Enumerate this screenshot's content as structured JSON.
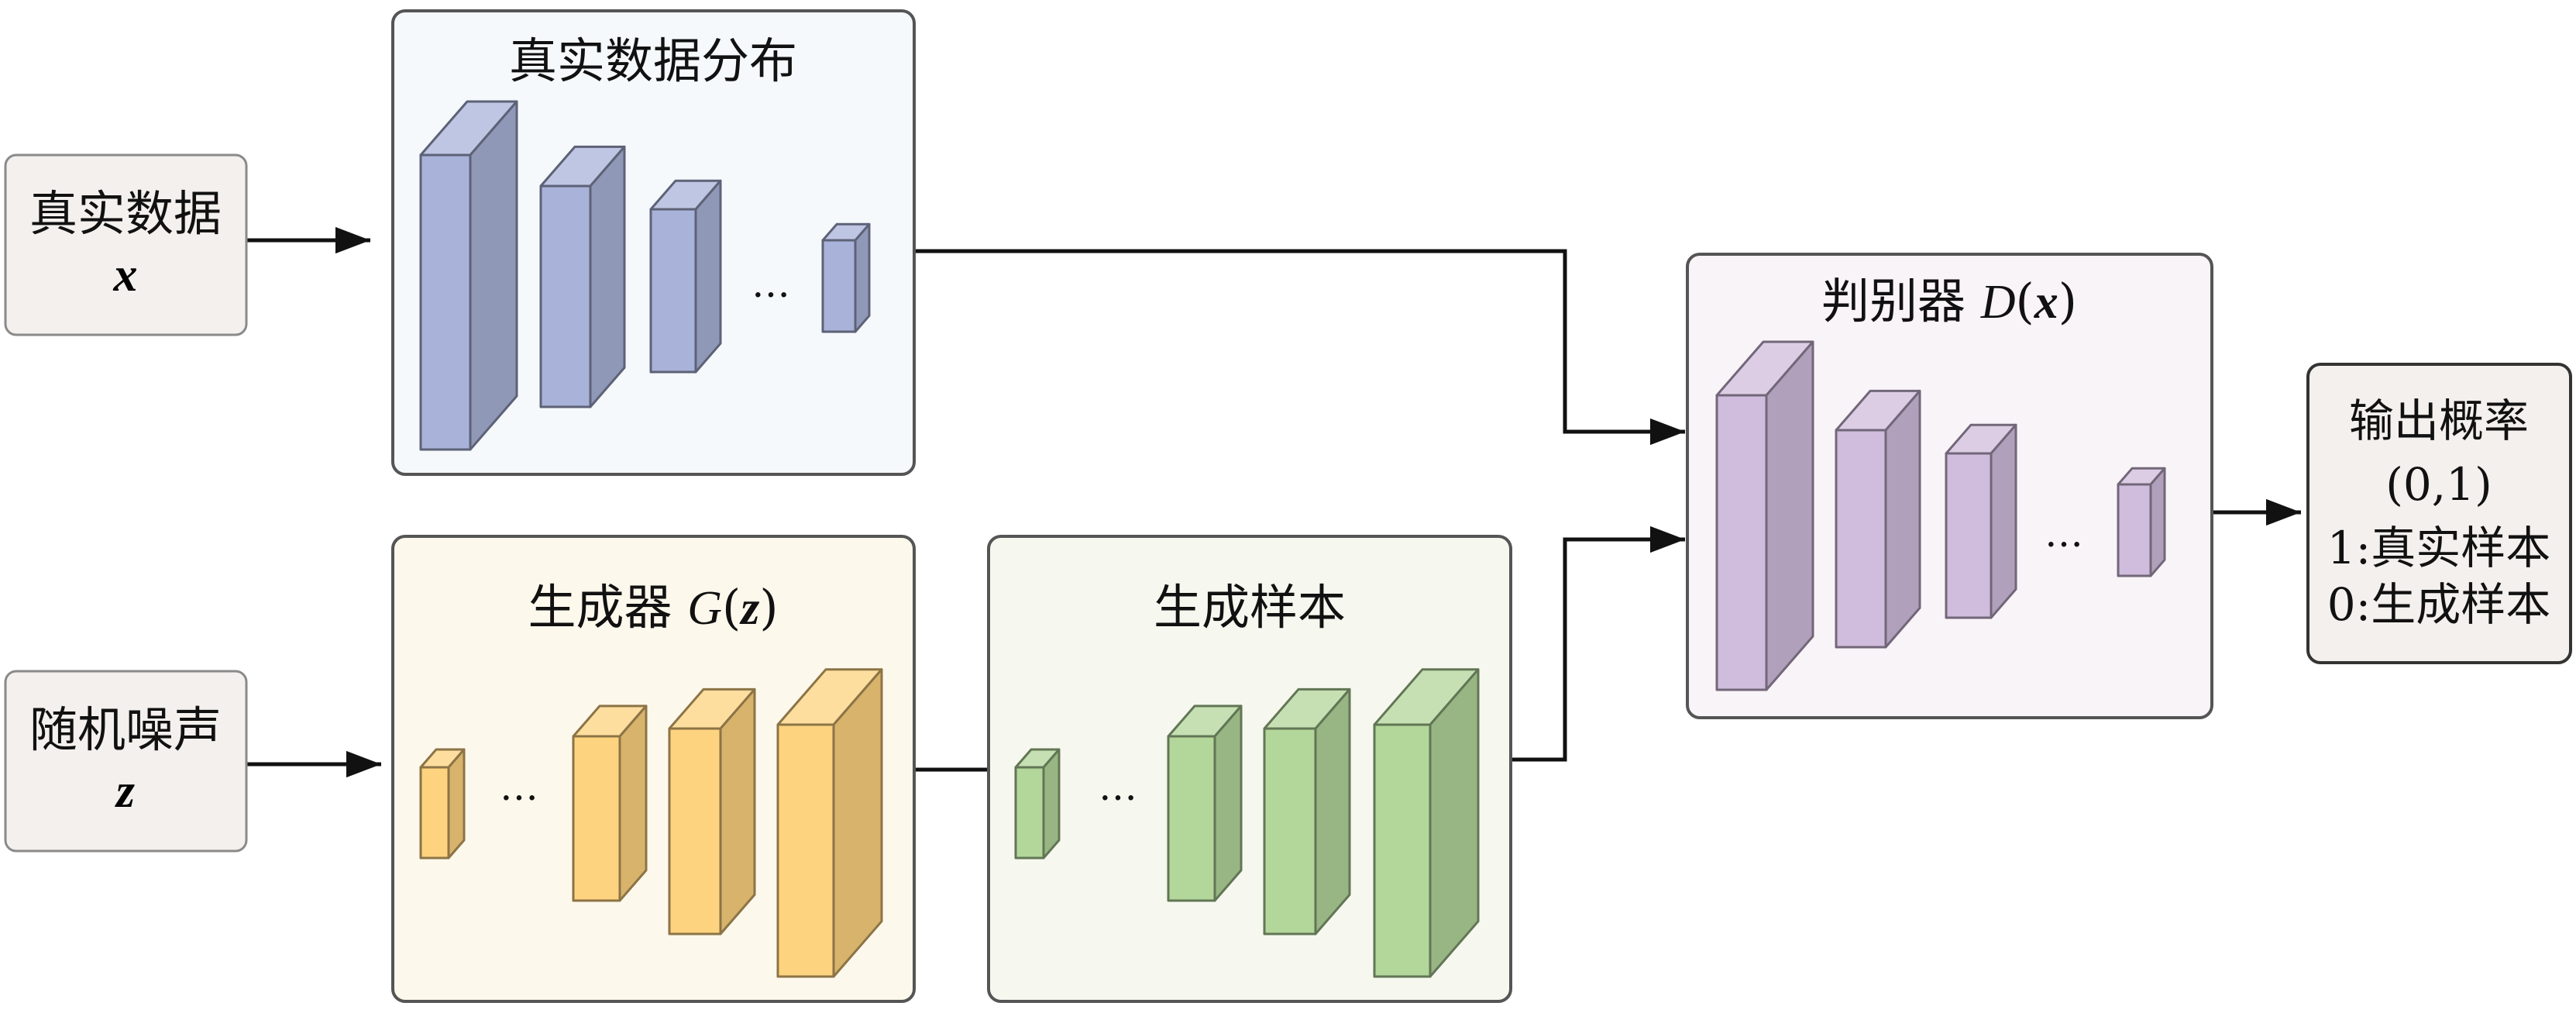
{
  "inputs": {
    "real": {
      "title": "真实数据",
      "symbol": "x"
    },
    "noise": {
      "title": "随机噪声",
      "symbol": "z"
    }
  },
  "panels": {
    "real_distribution": {
      "title": "真实数据分布",
      "ellipsis": "…"
    },
    "generator": {
      "title": "生成器",
      "func": "G",
      "var": "z",
      "ellipsis": "…"
    },
    "generated_samples": {
      "title": "生成样本",
      "ellipsis": "…"
    },
    "discriminator": {
      "title": "判别器",
      "func": "D",
      "var": "x",
      "ellipsis": "…"
    }
  },
  "output": {
    "line1": "输出概率",
    "line2": "(0,1)",
    "line3": "1:真实样本",
    "line4": "0:生成样本"
  },
  "colors": {
    "real_panel_bg": "#f5f9fb",
    "generator_panel_bg": "#fdf8ec",
    "samples_panel_bg": "#f6f8ef",
    "discriminator_panel_bg": "#f9f4f8",
    "input_box_bg": "#f3f0ed",
    "output_box_bg": "#f3f0ed",
    "blue_block": "#a9b3d9",
    "orange_block": "#fed37f",
    "green_block": "#b3d69b",
    "purple_block": "#d0bcdc"
  }
}
